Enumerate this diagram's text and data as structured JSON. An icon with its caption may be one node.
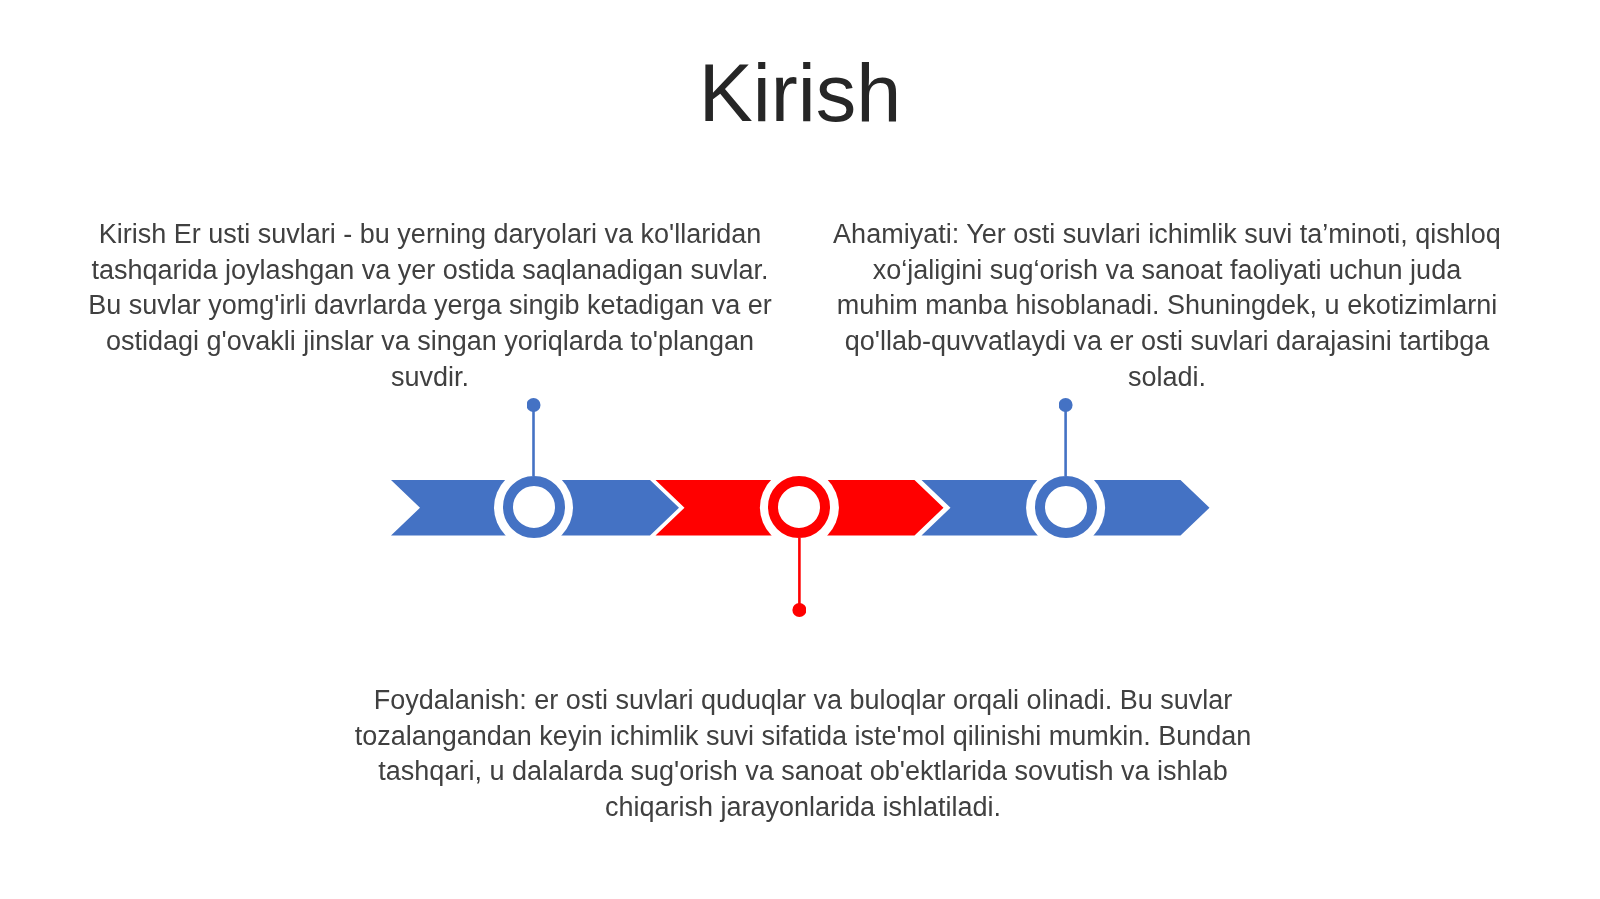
{
  "diagram": {
    "title": "Kirish",
    "nodes": [
      {
        "text": [
          "Kirish Er usti suvlari - bu yerning daryolari va ko'llaridan tashqarida joylashgan va yer ostida saqlanadigan suvlar. Bu suvlar yomg'irli davrlarda yerga singib ketadigan va er ostidagi g'ovakli jinslar va singan yoriqlarda to'plangan suvdir."
        ]
      },
      {
        "text": [
          "Ahamiyati: Yer osti suvlari ichimlik suvi ta’minoti, qishloq xo‘jaligini sug‘orish va sanoat faoliyati uchun juda muhim manba hisoblanadi. Shuningdek, u ekotizimlarni qo'llab-quvvatlaydi va er osti suvlari darajasini tartibga soladi."
        ]
      },
      {
        "text": [],
        "shape": "circle"
      },
      {
        "text": [],
        "shape": "circle"
      },
      {
        "text": [],
        "shape": "circle"
      },
      {
        "text": [
          "Foydalanish: er osti suvlari quduqlar va buloqlar orqali olinadi. Bu suvlar tozalangandan keyin ichimlik suvi sifatida iste'mol qilinishi mumkin. Bundan tashqari, u dalalarda sug'orish va sanoat ob'ektlarida sovutish va ishlab chiqarish jarayonlarida ishlatiladi."
        ]
      }
    ],
    "edges": [
      {
        "from": 0,
        "to": 2,
        "arrow": "other"
      },
      {
        "from": 1,
        "to": 4,
        "arrow": "other"
      },
      {
        "from": 5,
        "to": 3,
        "arrow": "other",
        "color": "#ff0000"
      }
    ]
  }
}
